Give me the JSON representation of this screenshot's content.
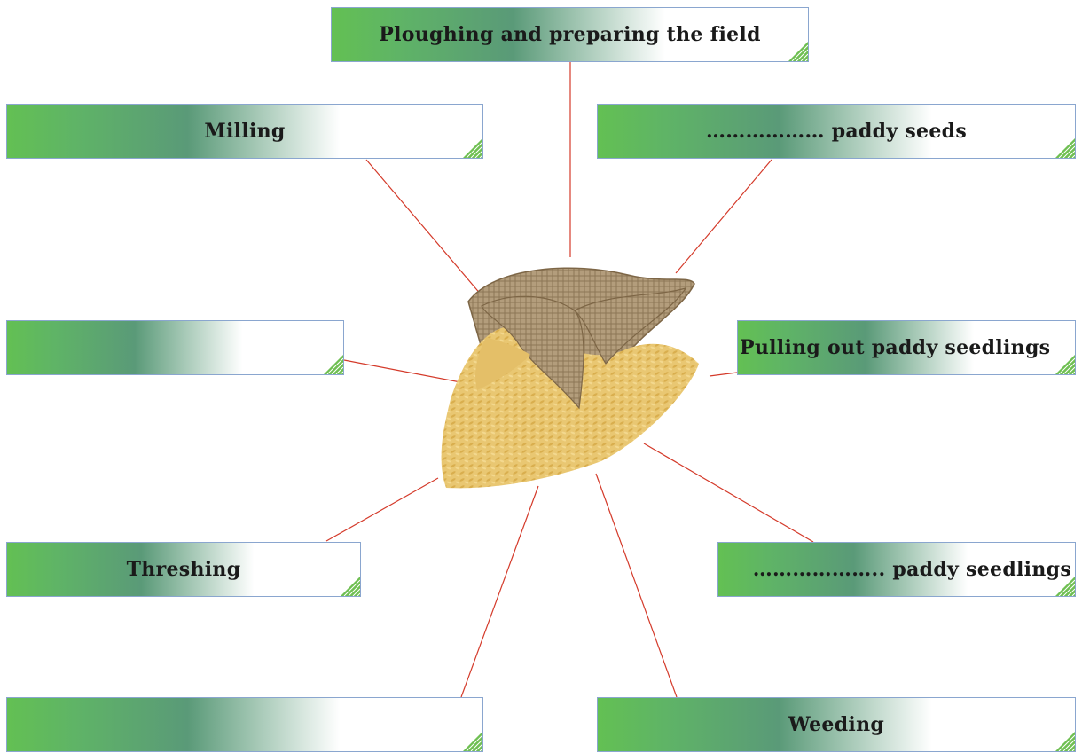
{
  "labels": {
    "top": "Ploughing and preparing the field",
    "milling": "Milling",
    "seeds": "……………… paddy seeds",
    "blank_left": "",
    "pulling": "Pulling out paddy seedlings",
    "threshing": "Threshing",
    "seedlings": "……………….. paddy seedlings",
    "blank_bottom": "",
    "weeding": "Weeding"
  },
  "colors": {
    "green": "#63c053",
    "teal": "#5a9a78",
    "line": "#d43a2a",
    "border": "#8aa6cf",
    "rice": "#e8c46a",
    "sack": "#a89070"
  }
}
